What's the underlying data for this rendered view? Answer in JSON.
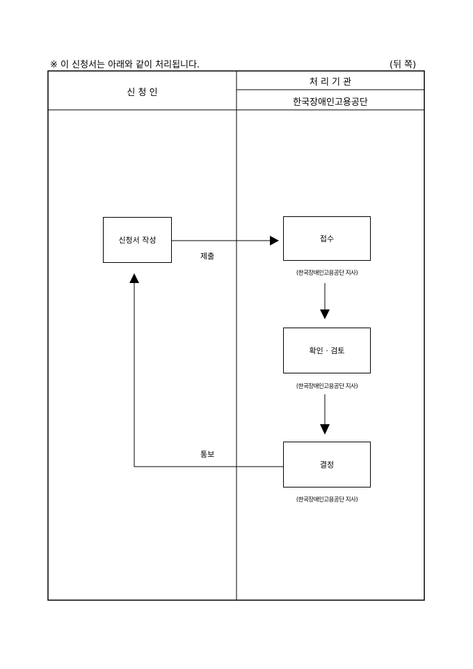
{
  "header": {
    "note": "※ 이 신청서는 아래와 같이 처리됩니다.",
    "page_side": "(뒤 쪽)"
  },
  "table": {
    "applicant_header": "신  청  인",
    "processor_header": "처  리  기  관",
    "processor_org": "한국장애인고용공단"
  },
  "flow": {
    "write": "신청서 작성",
    "submit_label": "제출",
    "receive": "접수",
    "review": "확인 · 검토",
    "decide": "결정",
    "notify_label": "통보",
    "caption": "(한국장애인고용공단 지사)"
  }
}
